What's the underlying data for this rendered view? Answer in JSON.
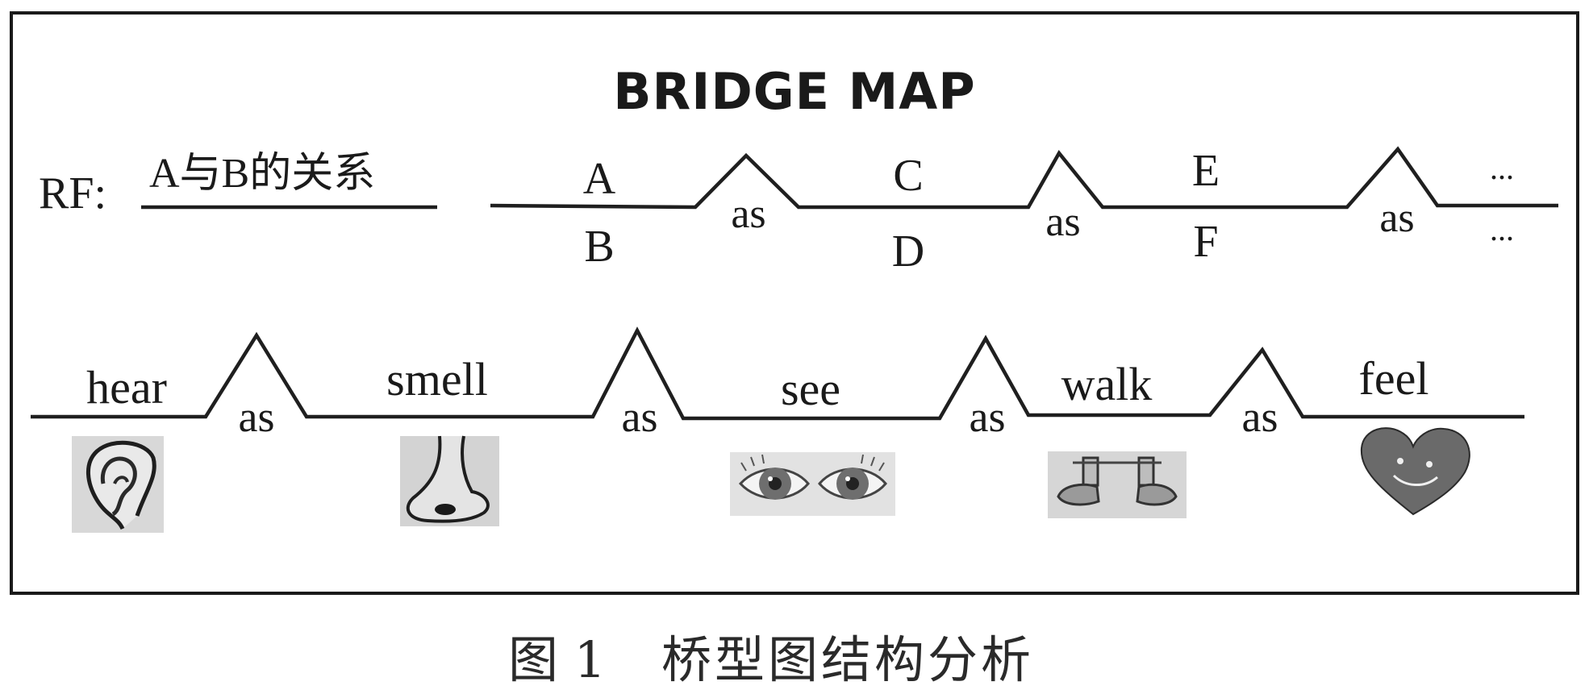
{
  "title": "BRIDGE MAP",
  "relating_factor": {
    "prefix": "RF:",
    "text": "A与B的关系"
  },
  "template_row": {
    "pairs": [
      {
        "top": "A",
        "bottom": "B"
      },
      {
        "top": "C",
        "bottom": "D"
      },
      {
        "top": "E",
        "bottom": "F"
      }
    ],
    "connector": "as",
    "ellipsis_top": "...",
    "ellipsis_bottom": "..."
  },
  "example_row": {
    "words": [
      "hear",
      "smell",
      "see",
      "walk",
      "feel"
    ],
    "connector": "as",
    "icons": [
      "ear-icon",
      "nose-icon",
      "eyes-icon",
      "legs-icon",
      "heart-icon"
    ]
  },
  "caption": {
    "number": "图 1",
    "text": "桥型图结构分析"
  }
}
